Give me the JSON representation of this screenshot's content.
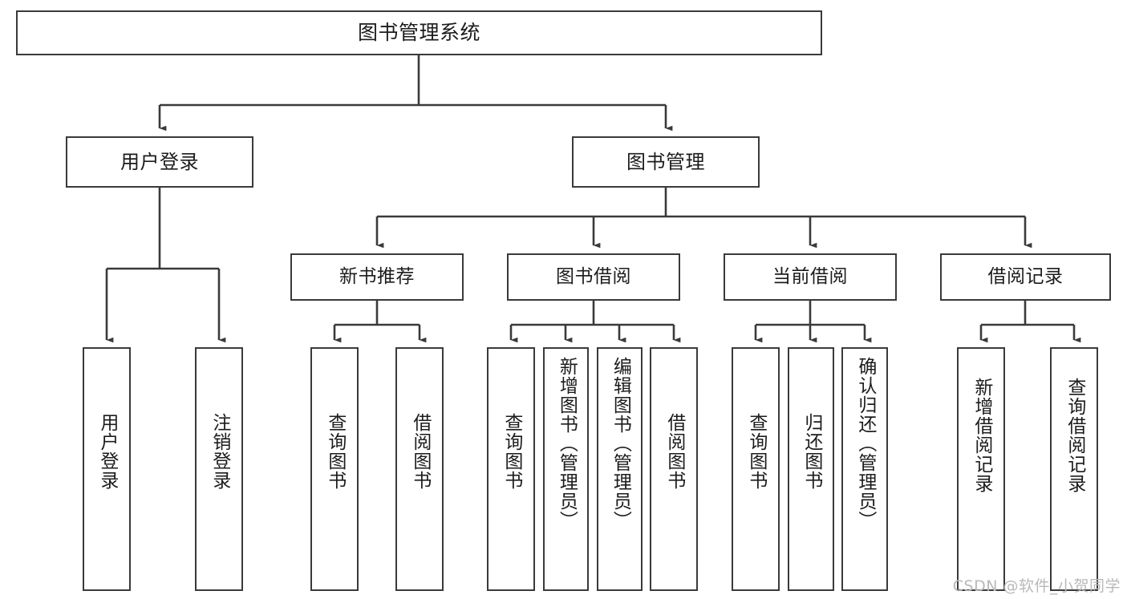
{
  "diagram": {
    "title": "图书管理系统",
    "watermark": "CSDN @软件_小贺同学",
    "line_color": "#3a3a3a",
    "background": "#ffffff",
    "text_color": "#1c1c1c",
    "watermark_color": "#b9b9b9"
  },
  "nodes": {
    "root": {
      "label": "图书管理系统"
    },
    "level2": [
      {
        "label": "用户登录"
      },
      {
        "label": "图书管理"
      }
    ],
    "level3": [
      {
        "label": "新书推荐"
      },
      {
        "label": "图书借阅"
      },
      {
        "label": "当前借阅"
      },
      {
        "label": "借阅记录"
      }
    ],
    "leaves": {
      "user_login": [
        {
          "label": "用户登录"
        },
        {
          "label": "注销登录"
        }
      ],
      "new_book_recommend": [
        {
          "label": "查询图书"
        },
        {
          "label": "借阅图书"
        }
      ],
      "book_borrow": [
        {
          "label": "查询图书"
        },
        {
          "label": "新增图书（管理员）"
        },
        {
          "label": "编辑图书（管理员）"
        },
        {
          "label": "借阅图书"
        }
      ],
      "current_borrow": [
        {
          "label": "查询图书"
        },
        {
          "label": "归还图书"
        },
        {
          "label": "确认归还（管理员）"
        }
      ],
      "borrow_record": [
        {
          "label": "新增借阅记录"
        },
        {
          "label": "查询借阅记录"
        }
      ]
    }
  }
}
